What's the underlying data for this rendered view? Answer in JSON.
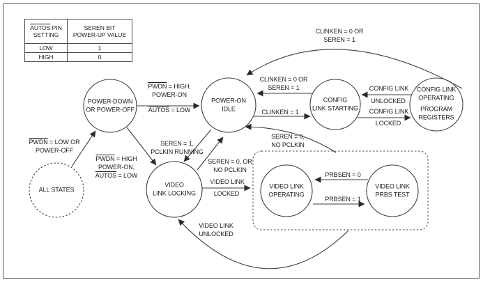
{
  "table": {
    "header": {
      "col1_over": "AUTOS",
      "col1_rest": " PIN",
      "col1_line2": "SETTING",
      "col2_line1": "SEREN BIT",
      "col2_line2": "POWER-UP VALUE"
    },
    "rows": [
      {
        "setting": "LOW",
        "value": "1"
      },
      {
        "setting": "HIGH",
        "value": "0"
      }
    ]
  },
  "states": {
    "power_down": {
      "line1": "POWER-DOWN",
      "line2": "OR POWER-OFF"
    },
    "power_on_idle": {
      "line1": "POWER-ON",
      "line2": "IDLE"
    },
    "config_link_starting": {
      "line1": "CONFIG",
      "line2": "LINK STARTING"
    },
    "config_link_operating": {
      "line1": "CONFIG LINK",
      "line2": "OPERATING",
      "line3": "PROGRAM",
      "line4": "REGISTERS"
    },
    "all_states": {
      "line1": "ALL STATES"
    },
    "video_link_locking": {
      "line1": "VIDEO",
      "line2": "LINK LOCKING"
    },
    "video_link_operating": {
      "line1": "VIDEO LINK",
      "line2": "OPERATING"
    },
    "video_link_prbs_test": {
      "line1": "VIDEO LINK",
      "line2": "PRBS TEST"
    }
  },
  "transitions": {
    "all_states_to_power_down": {
      "over1": "PWDN",
      "rest1": " = LOW OR",
      "line2": "POWER-OFF"
    },
    "power_down_to_idle_above": {
      "over1": "PWDN",
      "rest1": " = HIGH,",
      "line2": "POWER-ON"
    },
    "power_down_to_idle_below": {
      "over1": "AUTOS",
      "rest1": " = LOW"
    },
    "power_down_to_video_locking": {
      "over1": "PWDN",
      "rest1": " = HIGH",
      "line2": "POWER-ON,",
      "over3": "AUTOS",
      "rest3": " = LOW"
    },
    "idle_to_video_locking": {
      "line1": "SEREN = 1,",
      "line2": "PCLKIN RUNNING"
    },
    "video_locking_to_idle": {
      "line1": "SEREN = 0, OR",
      "line2": "NO PCLKIN"
    },
    "video_group_to_idle": {
      "line1": "SEREN = 0,",
      "line2": "NO PCLKIN"
    },
    "config_starting_to_idle": {
      "line1": "CLINKEN = 0 OR",
      "line2": "SEREN = 1"
    },
    "idle_to_config_starting": {
      "line1": "CLINKEN = 1"
    },
    "config_operating_to_idle_arc": {
      "line1": "CLINKEN = 0 OR",
      "line2": "SEREN = 1"
    },
    "config_operating_to_starting": {
      "line1": "CONFIG LINK",
      "line2": "UNLOCKED"
    },
    "config_starting_to_operating": {
      "line1": "CONFIG LINK",
      "line2": "LOCKED"
    },
    "video_locking_to_operating": {
      "line1": "VIDEO LINK",
      "line2": "LOCKED"
    },
    "video_group_to_locking_arc": {
      "line1": "VIDEO LINK",
      "line2": "UNLOCKED"
    },
    "prbs_to_operating": {
      "line1": "PRBSEN = 0"
    },
    "operating_to_prbs": {
      "line1": "PRBSEN = 1"
    }
  }
}
